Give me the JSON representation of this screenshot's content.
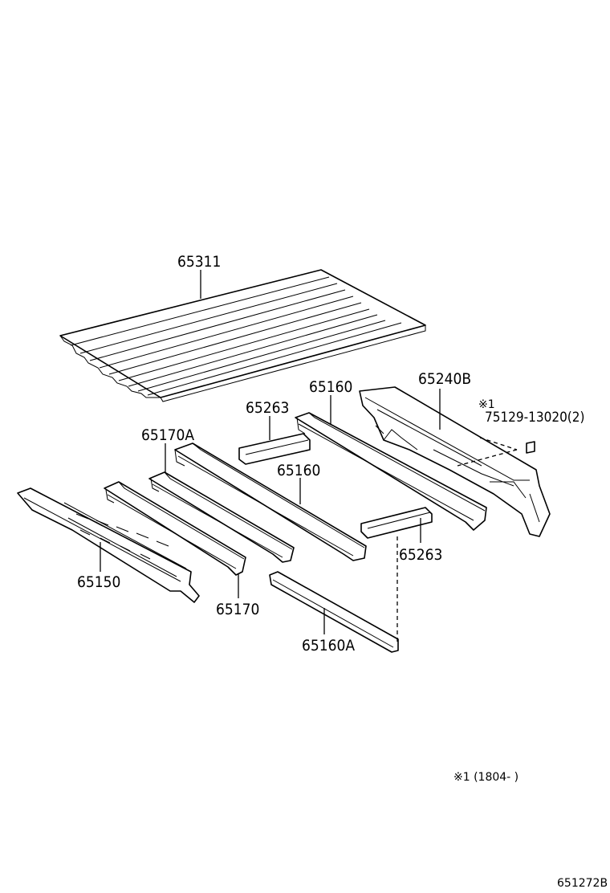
{
  "labels": {
    "p65311": "65311",
    "p65160_top": "65160",
    "p65240b": "65240B",
    "marker": "※1",
    "p75129": "75129-13020(2)",
    "p65263_top": "65263",
    "p65170a": "65170A",
    "p65160_mid": "65160",
    "p65263_right": "65263",
    "p65150": "65150",
    "p65170": "65170",
    "p65160a": "65160A"
  },
  "footnote": "※1 (1804-      )",
  "diagram_code": "651272B"
}
